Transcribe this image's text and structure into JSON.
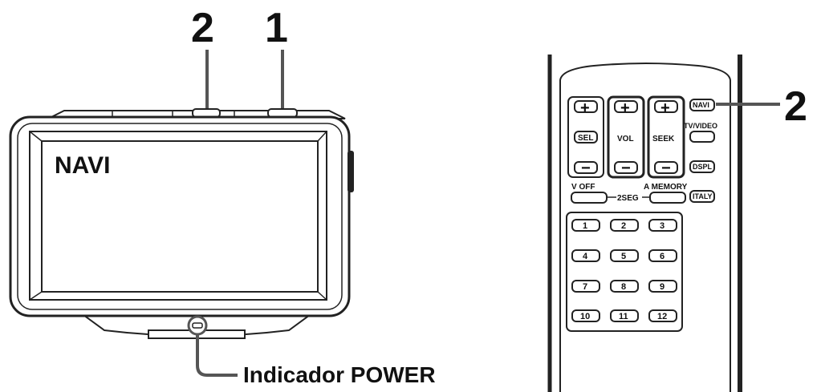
{
  "device": {
    "callout_1": "1",
    "callout_2": "2",
    "screen_text": "NAVI",
    "indicator_label": "Indicador POWER"
  },
  "remote": {
    "callout_2": "2",
    "plus": "+",
    "minus": "−",
    "labels": {
      "sel": "SEL",
      "vol": "VOL",
      "seek": "SEEK",
      "navi": "NAVI",
      "tv_video": "TV/VIDEO",
      "dspl": "DSPL",
      "v_off": "V OFF",
      "a_memory": "A MEMORY",
      "seg": "2SEG",
      "italy": "ITALY"
    },
    "numbers": [
      "1",
      "2",
      "3",
      "4",
      "5",
      "6",
      "7",
      "8",
      "9",
      "10",
      "11",
      "12"
    ]
  }
}
